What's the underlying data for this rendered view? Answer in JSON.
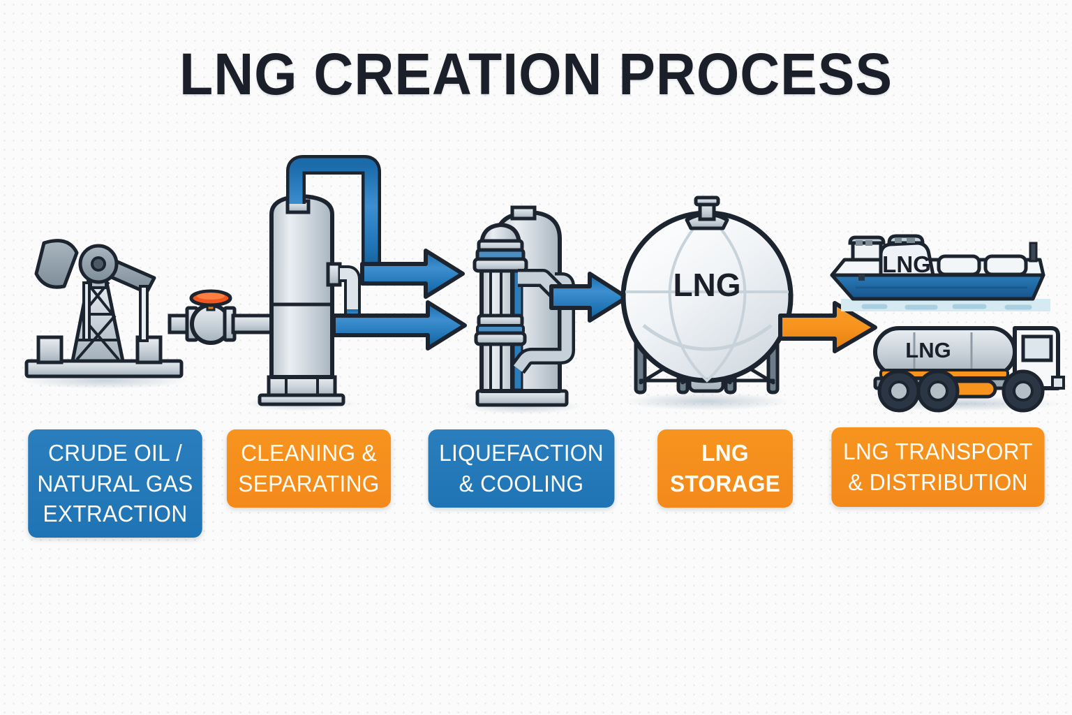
{
  "page": {
    "title": "LNG CREATION PROCESS",
    "background_color": "#fbfbfb",
    "title_color": "#1b1f29"
  },
  "theme": {
    "blue": "#1f74b5",
    "orange": "#f7941e",
    "outline": "#1c2430",
    "metal_light": "#eef1f4",
    "metal_mid": "#c3ccd4",
    "metal_dark": "#97a4ae",
    "ship_hull_blue": "#1d6aa8",
    "water_blue": "#cfe6f0"
  },
  "stages": [
    {
      "index": 1,
      "label": "CRUDE OIL /\nNATURAL GAS\nEXTRACTION",
      "color_name": "blue",
      "color": "#1f74b5",
      "icon": "oil-pumpjack-icon"
    },
    {
      "index": 2,
      "label": "CLEANING &\nSEPARATING",
      "color_name": "orange",
      "color": "#f7941e",
      "icon": "separator-vessel-icon"
    },
    {
      "index": 3,
      "label": "LIQUEFACTION\n& COOLING",
      "color_name": "blue",
      "color": "#1f74b5",
      "icon": "liquefaction-column-icon"
    },
    {
      "index": 4,
      "label": "LNG\nSTORAGE",
      "color_name": "orange",
      "color": "#f7941e",
      "icon": "spherical-storage-tank-icon"
    },
    {
      "index": 5,
      "label": "LNG TRANSPORT\n& DISTRIBUTION",
      "color_name": "orange",
      "color": "#f7941e",
      "icon": "lng-carrier-ship-icon"
    }
  ],
  "illustration_labels": {
    "storage_tank": "LNG",
    "ship_tank": "LNG",
    "truck_tank": "LNG"
  },
  "flow_arrows": [
    {
      "name": "separator-upper-arrow",
      "color": "#1f74b5",
      "direction": "right"
    },
    {
      "name": "separator-lower-arrow",
      "color": "#1f74b5",
      "direction": "right"
    },
    {
      "name": "liquefaction-outlet-arrow",
      "color": "#1f74b5",
      "direction": "right"
    },
    {
      "name": "storage-to-transport-arrow",
      "color": "#f7941e",
      "direction": "right"
    }
  ]
}
